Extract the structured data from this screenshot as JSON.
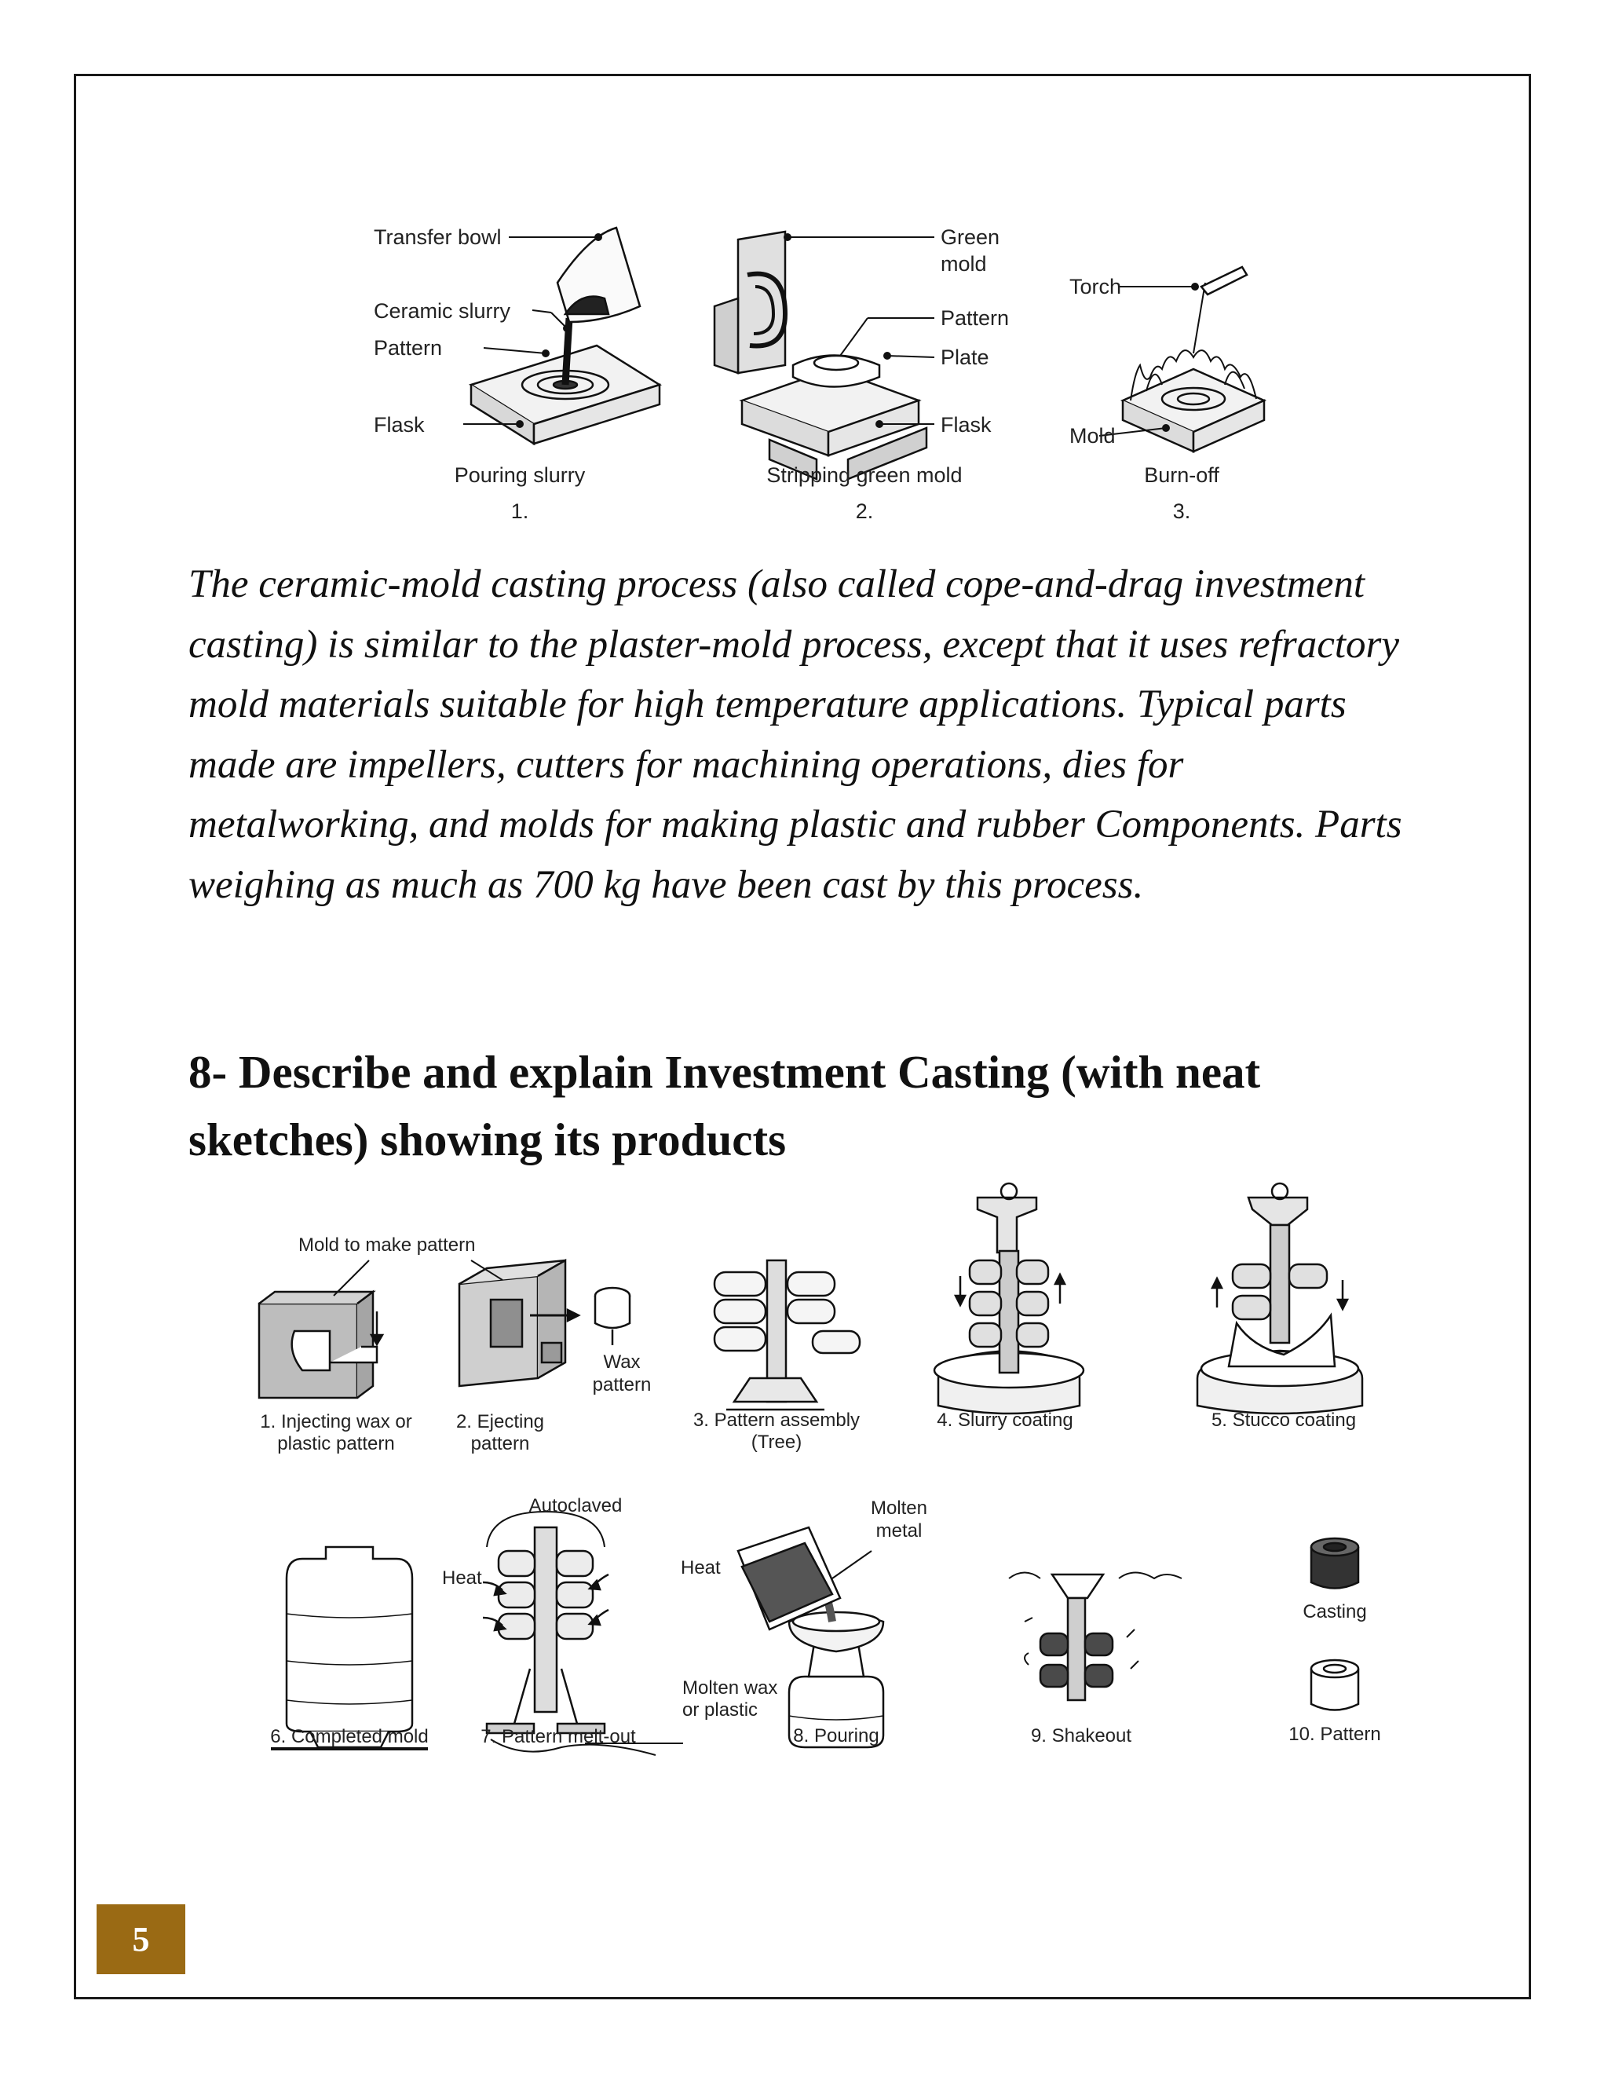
{
  "figure_top": {
    "labels": {
      "transfer_bowl": "Transfer bowl",
      "ceramic_slurry": "Ceramic slurry",
      "pattern_left": "Pattern",
      "flask_left": "Flask",
      "green_mold_1": "Green",
      "green_mold_2": "mold",
      "pattern_mid": "Pattern",
      "plate": "Plate",
      "flask_mid": "Flask",
      "torch": "Torch",
      "mold": "Mold"
    },
    "steps": [
      {
        "caption": "Pouring slurry",
        "number": "1."
      },
      {
        "caption": "Stripping green mold",
        "number": "2."
      },
      {
        "caption": "Burn-off",
        "number": "3."
      }
    ]
  },
  "paragraph": "The ceramic-mold casting process (also called cope-and-drag investment casting) is similar to the plaster-mold process, except that it uses refractory mold materials suitable for high temperature applications. Typical parts made are impellers, cutters for machining operations, dies for metalworking, and molds for making plastic and rubber Components. Parts weighing as much as 700 kg have been cast by this process.",
  "heading": "8- Describe and explain Investment Casting (with neat sketches) showing its products",
  "figure_bottom": {
    "labels": {
      "mold_to_make_pattern": "Mold to make pattern",
      "wax_1": "Wax",
      "wax_2": "pattern",
      "autoclaved": "Autoclaved",
      "heat_left": "Heat",
      "heat_right": "Heat",
      "molten_wax_1": "Molten wax",
      "molten_wax_2": "or plastic",
      "molten_metal_1": "Molten",
      "molten_metal_2": "metal",
      "casting": "Casting"
    },
    "steps": [
      {
        "line1": "1. Injecting wax or",
        "line2": "plastic pattern"
      },
      {
        "line1": "2. Ejecting",
        "line2": "pattern"
      },
      {
        "line1": "3. Pattern assembly",
        "line2": "(Tree)"
      },
      {
        "line1": "4. Slurry coating",
        "line2": ""
      },
      {
        "line1": "5. Stucco coating",
        "line2": ""
      },
      {
        "line1": "6. Completed mold",
        "line2": ""
      },
      {
        "line1": "7. Pattern melt-out",
        "line2": ""
      },
      {
        "line1": "8. Pouring",
        "line2": ""
      },
      {
        "line1": "9. Shakeout",
        "line2": ""
      },
      {
        "line1": "10. Pattern",
        "line2": ""
      }
    ]
  },
  "page_number": "5",
  "colors": {
    "badge": "#9a6a14",
    "border": "#1a1a1a"
  }
}
